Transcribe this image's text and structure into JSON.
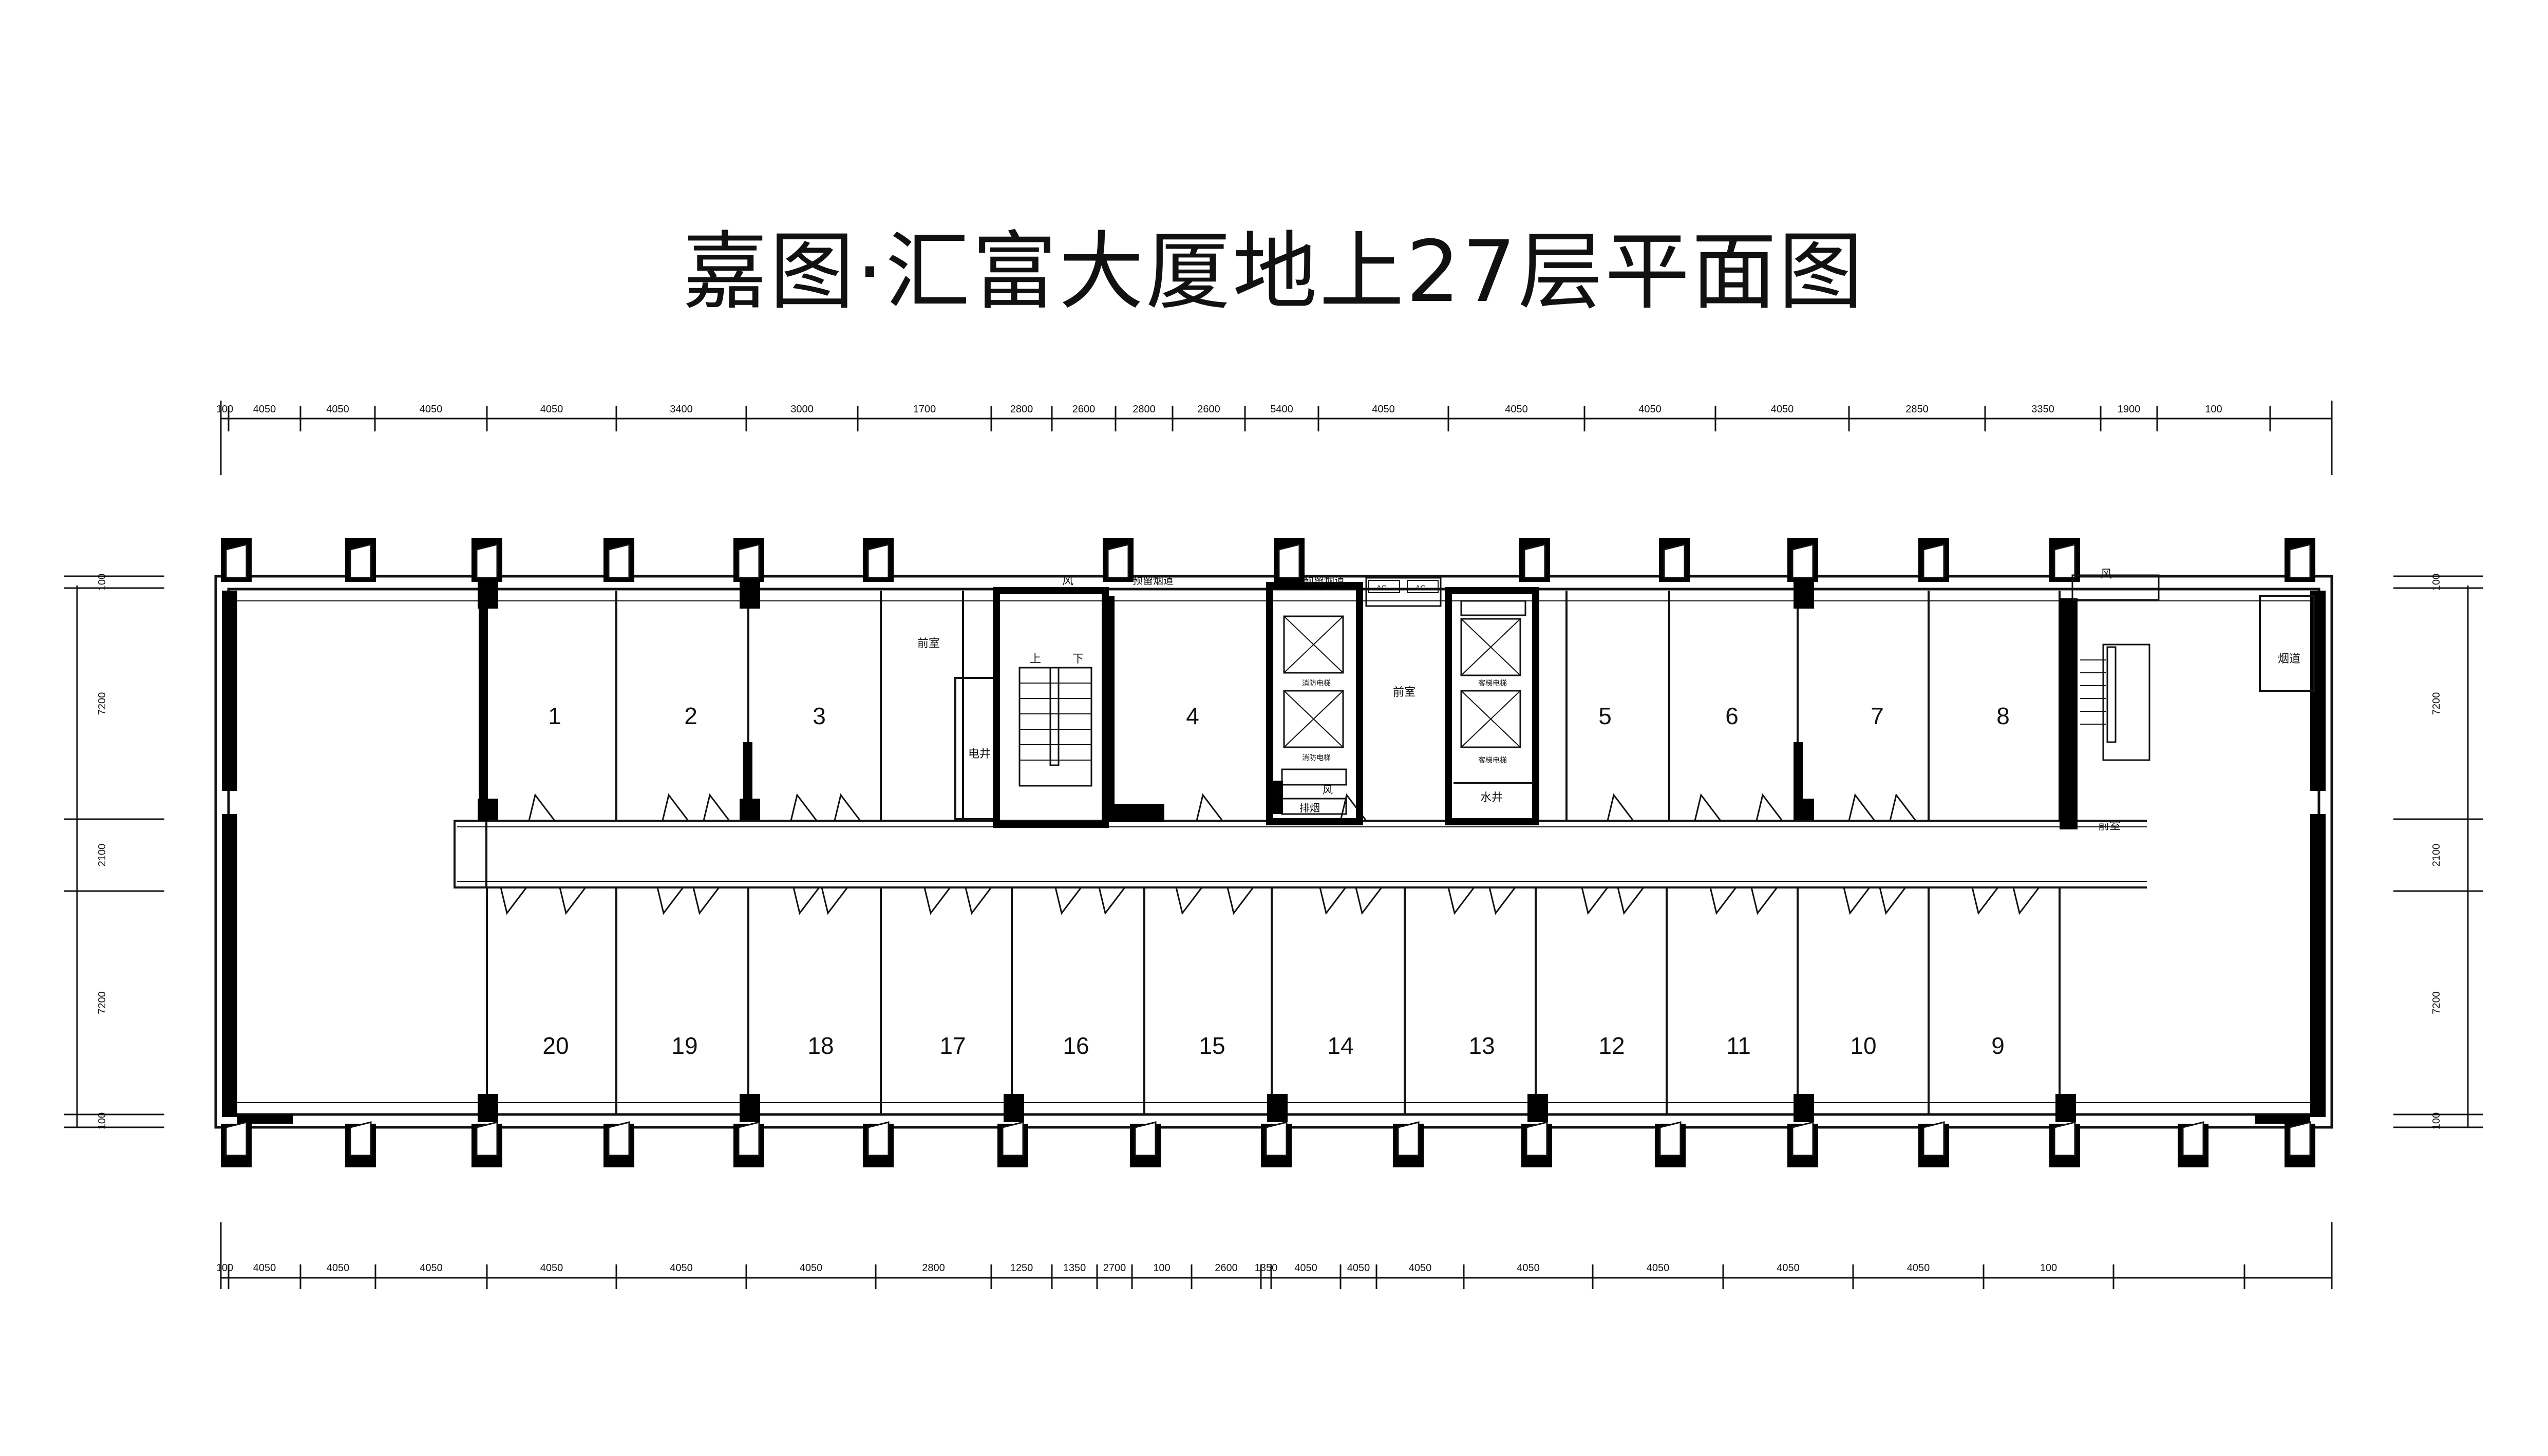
{
  "title": "嘉图·汇富大厦地上27层平面图",
  "dims_top": [
    "100",
    "4050",
    "4050",
    "4050",
    "4050",
    "3400",
    "3000",
    "1700",
    "2800",
    "2600",
    "2800",
    "2600",
    "5400",
    "4050",
    "4050",
    "4050",
    "4050",
    "2850",
    "3350",
    "1900",
    "100"
  ],
  "dims_bottom": [
    "100",
    "4050",
    "4050",
    "4050",
    "4050",
    "4050",
    "4050",
    "2800",
    "1250",
    "1350",
    "2700",
    "100",
    "2600",
    "1350",
    "4050",
    "4050",
    "4050",
    "4050",
    "4050",
    "4050",
    "4050",
    "100"
  ],
  "dims_left": [
    "100",
    "7200",
    "2100",
    "7200",
    "100"
  ],
  "dims_right": [
    "100",
    "7200",
    "2100",
    "7200",
    "100"
  ],
  "rooms_north": [
    "1",
    "2",
    "3",
    "4",
    "5",
    "6",
    "7",
    "8"
  ],
  "rooms_south": [
    "20",
    "19",
    "18",
    "17",
    "16",
    "15",
    "14",
    "13",
    "12",
    "11",
    "10",
    "9"
  ],
  "labels": {
    "lobby_west": "前室",
    "lobby_center": "前室",
    "lobby_east": "前室",
    "electric_shaft": "电井",
    "water_shaft": "水井",
    "wind_1": "风",
    "wind_2": "风",
    "wind_3": "风",
    "reserved_flue": "预留烟道",
    "reserved_flue_2": "预留烟道",
    "flue": "烟道",
    "smoke_exhaust": "排烟",
    "fire_elevator_1": "消防电梯",
    "fire_elevator_2": "消防电梯",
    "passenger_elevator_1": "客梯电梯",
    "passenger_elevator_2": "客梯电梯",
    "ac_1": "AC",
    "ac_2": "AC",
    "stair_up": "上",
    "stair_down": "下"
  },
  "colors": {
    "line": "#111111",
    "wall": "#000000",
    "background": "#ffffff"
  }
}
